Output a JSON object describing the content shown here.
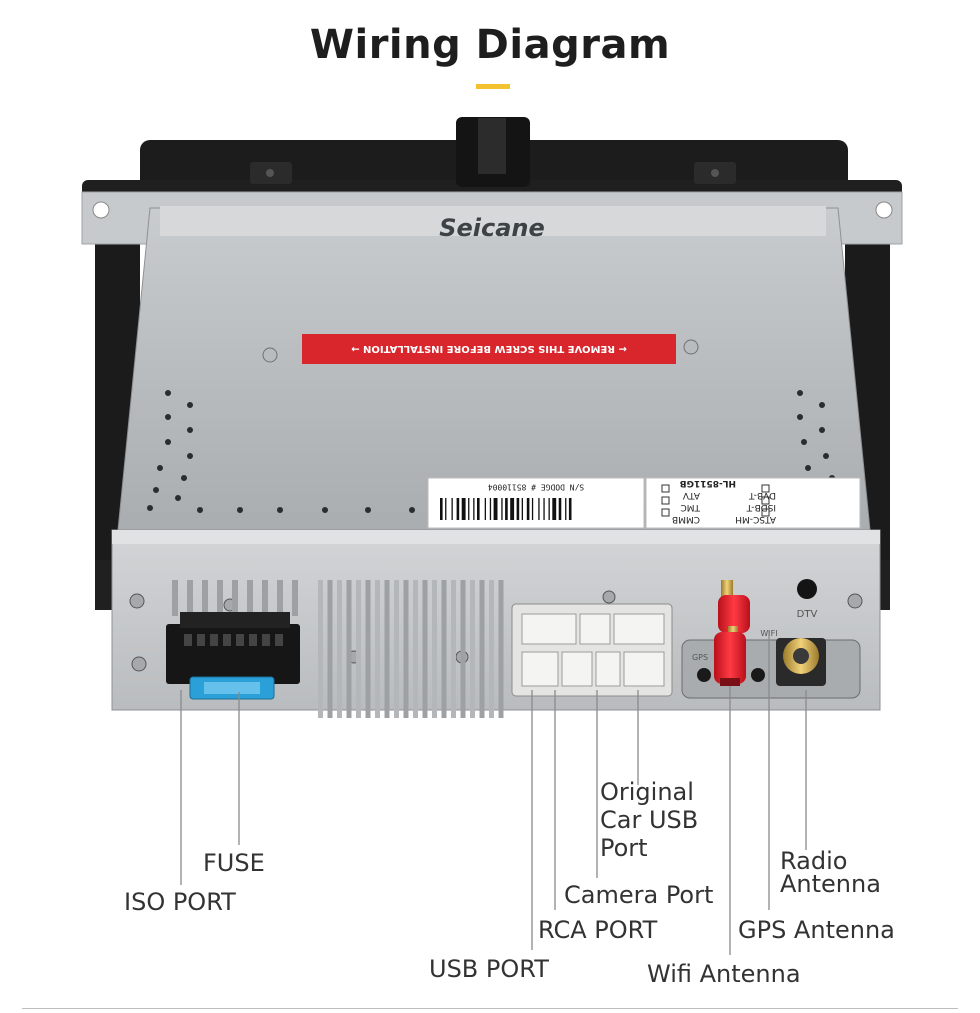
{
  "title": "Wiring Diagram",
  "colors": {
    "title_underline": "#f2c230",
    "warning_sticker": "#d8262c",
    "fuse": "#2a9fd8",
    "antenna_connector": "#e01e2c"
  },
  "device": {
    "brand": "Seicane",
    "warning_sticker": "← REMOVE THIS SCREW BEFORE INSTALLATION →",
    "serial_label": "S/N DODGE # 85110004",
    "model_label": "HL-8511GB",
    "option_labels": [
      "CMMB",
      "ATSC-MH",
      "TMC",
      "ISDB-T",
      "ATV",
      "DVB-T"
    ],
    "port_marks": [
      "DTV",
      "WIFI",
      "GPS"
    ]
  },
  "labels": {
    "fuse": "FUSE",
    "iso_port": "ISO PORT",
    "usb_port": "USB PORT",
    "rca_port": "RCA PORT",
    "camera_port": "Camera Port",
    "original_car_usb_port": [
      "Original",
      "Car USB",
      "Port"
    ],
    "wifi_antenna": "Wifi Antenna",
    "gps_antenna": "GPS Antenna",
    "radio_antenna": [
      "Radio",
      "Antenna"
    ]
  }
}
